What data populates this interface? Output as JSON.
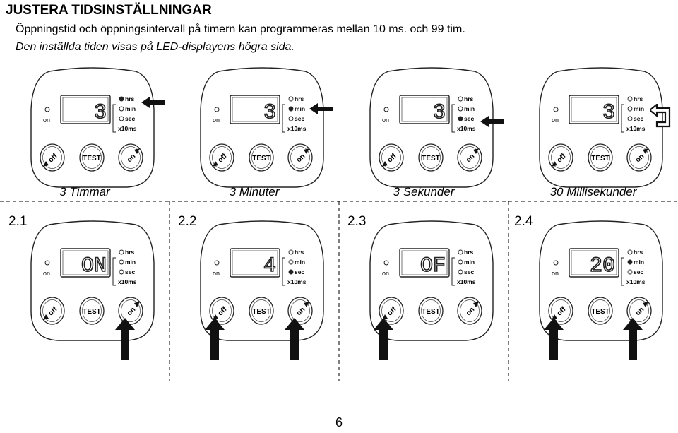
{
  "heading": "JUSTERA TIDSINSTÄLLNINGAR",
  "intro_line": "Öppningstid och öppningsintervall på timern kan programmeras mellan 10 ms. och 99 tim.",
  "intro_italic": "Den inställda tiden visas på LED-displayens högra sida.",
  "device_labels": {
    "on": "on",
    "off": "off",
    "test": "TEST",
    "indicator_on": "on"
  },
  "unit_labels": [
    "hrs",
    "min",
    "sec",
    "x10ms"
  ],
  "top_row": [
    {
      "caption": "3 Timmar",
      "display": "3",
      "active_unit": "hrs"
    },
    {
      "caption": "3 Minuter",
      "display": "3",
      "active_unit": "min"
    },
    {
      "caption": "3 Sekunder",
      "display": "3",
      "active_unit": "sec"
    },
    {
      "caption": "30 Millisekunder",
      "display": "3",
      "active_unit": "x10ms"
    }
  ],
  "bottom_row": [
    {
      "label": "2.1",
      "display": "ON",
      "active_unit": "none"
    },
    {
      "label": "2.2",
      "display": "4",
      "active_unit": "sec"
    },
    {
      "label": "2.3",
      "display": "OF",
      "active_unit": "none"
    },
    {
      "label": "2.4",
      "display": "20",
      "active_unit": "min"
    }
  ],
  "page_number": "6"
}
